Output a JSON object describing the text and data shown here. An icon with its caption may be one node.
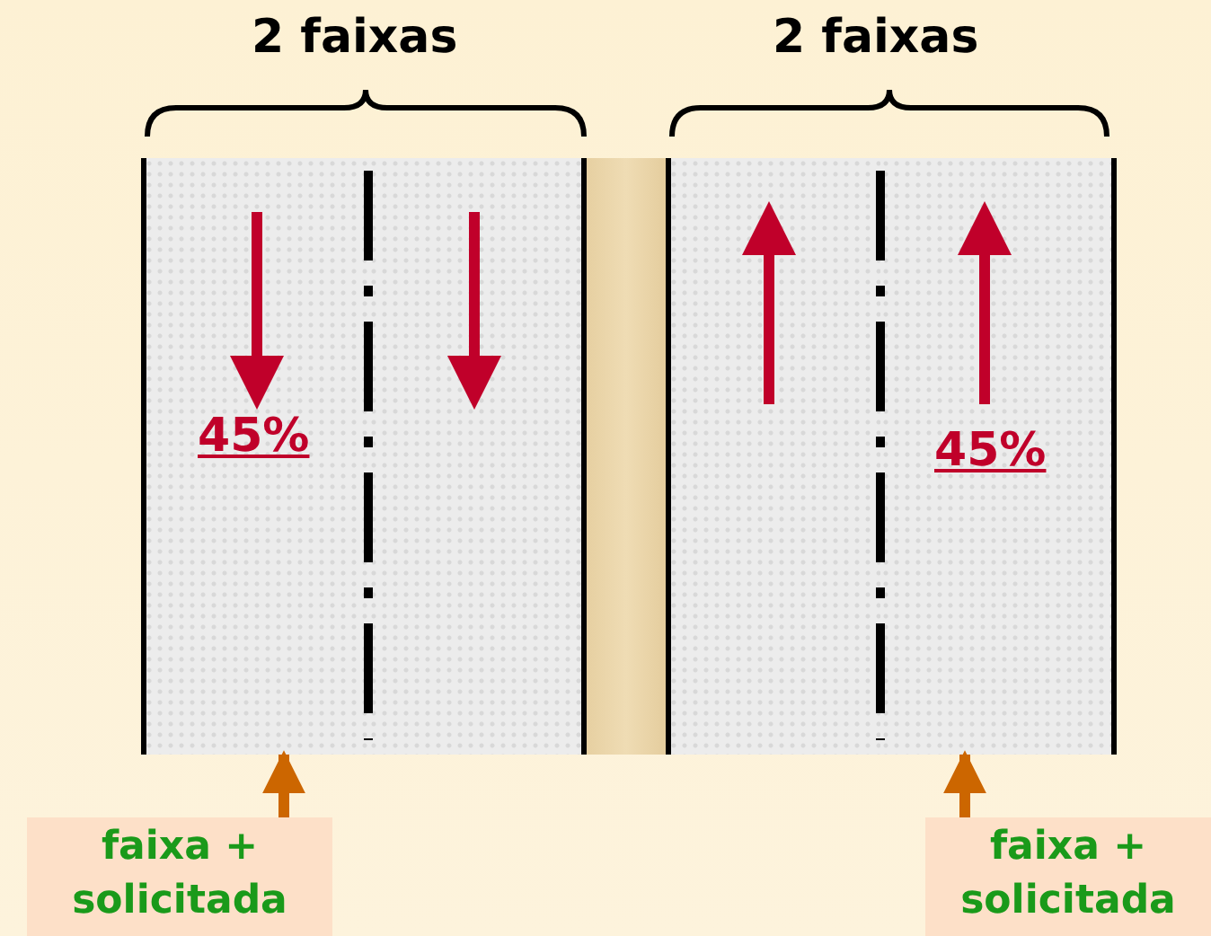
{
  "diagram": {
    "nodes": [
      {
        "text": [],
        "shape": "box"
      },
      {
        "text": [],
        "shape": "box"
      },
      {
        "text": [
          "faixa + solicitada"
        ]
      },
      {
        "text": [
          "faixa + solicitada"
        ]
      }
    ],
    "edges": [
      {
        "from": 2,
        "to": 0,
        "arrow": "to"
      },
      {
        "from": 3,
        "to": 1,
        "arrow": "to"
      }
    ],
    "labels": [
      "2 faixas",
      "2 faixas",
      "45%",
      "45%"
    ]
  }
}
